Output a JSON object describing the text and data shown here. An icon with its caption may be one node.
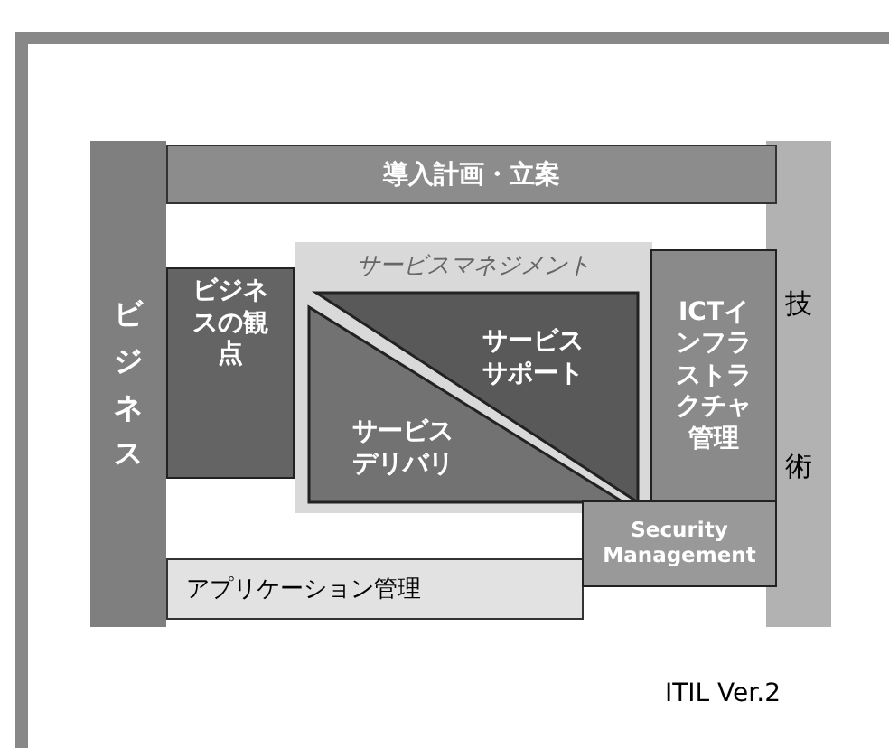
{
  "diagram": {
    "nodes": [
      {
        "text": [
          "ビジネス"
        ]
      },
      {
        "text": [
          "技術"
        ]
      },
      {
        "text": [
          "導入計画・立案"
        ]
      },
      {
        "text": [
          "ビジネスの観点"
        ]
      },
      {
        "text": [
          "サービスマネジメント"
        ]
      },
      {
        "text": [
          "サービスサポート"
        ],
        "in": 4
      },
      {
        "text": [
          "サービスデリバリ"
        ],
        "in": 4
      },
      {
        "text": [
          "ICTインフラストラクチャ管理"
        ]
      },
      {
        "text": [
          "Security Management"
        ]
      },
      {
        "text": [
          "アプリケーション管理"
        ]
      }
    ],
    "labels": [
      "ITIL Ver.2"
    ]
  }
}
